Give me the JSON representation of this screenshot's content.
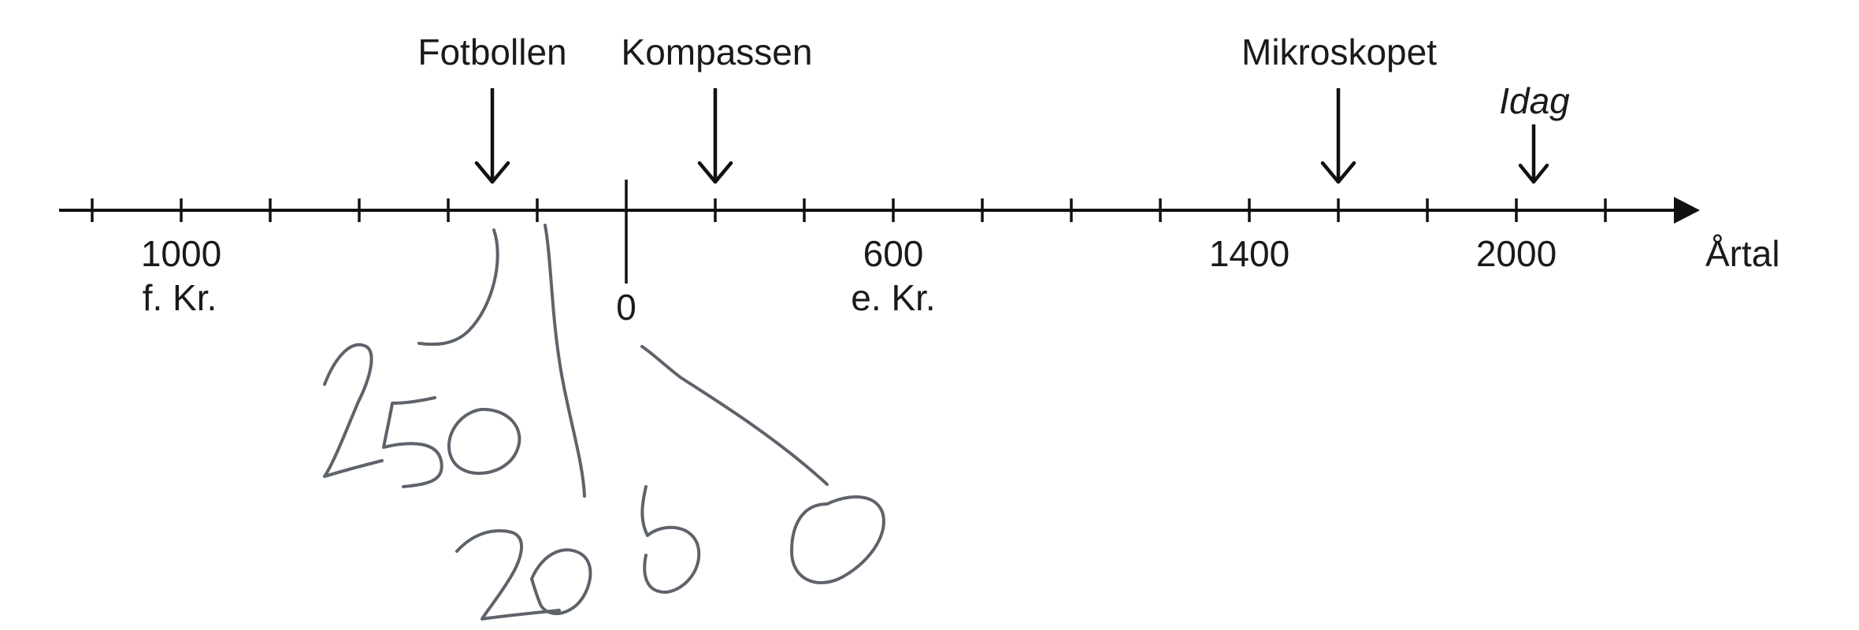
{
  "timeline": {
    "axis_label": "Årtal",
    "today_label": "Idag",
    "tick_labels": [
      {
        "line1": "1000",
        "line2": "f. Kr."
      },
      {
        "line1": "0",
        "line2": ""
      },
      {
        "line1": "600",
        "line2": "e. Kr."
      },
      {
        "line1": "1400",
        "line2": ""
      },
      {
        "line1": "2000",
        "line2": ""
      }
    ],
    "events": [
      {
        "label": "Fotbollen"
      },
      {
        "label": "Kompassen"
      },
      {
        "label": "Mikroskopet"
      }
    ]
  },
  "handwriting": {
    "numbers": [
      "250",
      "2060"
    ]
  },
  "colors": {
    "print": "#111111",
    "handwriting": "#5e636b"
  }
}
